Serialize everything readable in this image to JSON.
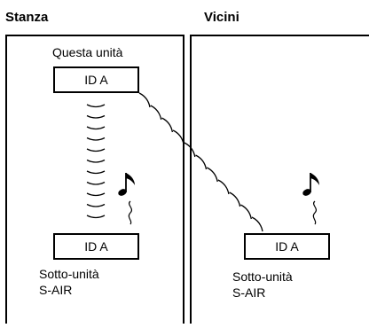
{
  "rooms": {
    "left_header": "Stanza",
    "right_header": "Vicini"
  },
  "main_unit": {
    "label": "Questa unità",
    "id": "ID A"
  },
  "sub_unit_left": {
    "id": "ID A",
    "label_line1": "Sotto-unità",
    "label_line2": "S-AIR"
  },
  "sub_unit_right": {
    "id": "ID A",
    "label_line1": "Sotto-unità",
    "label_line2": "S-AIR"
  },
  "icons": [
    "music-note-icon",
    "wireless-signal-icon"
  ]
}
